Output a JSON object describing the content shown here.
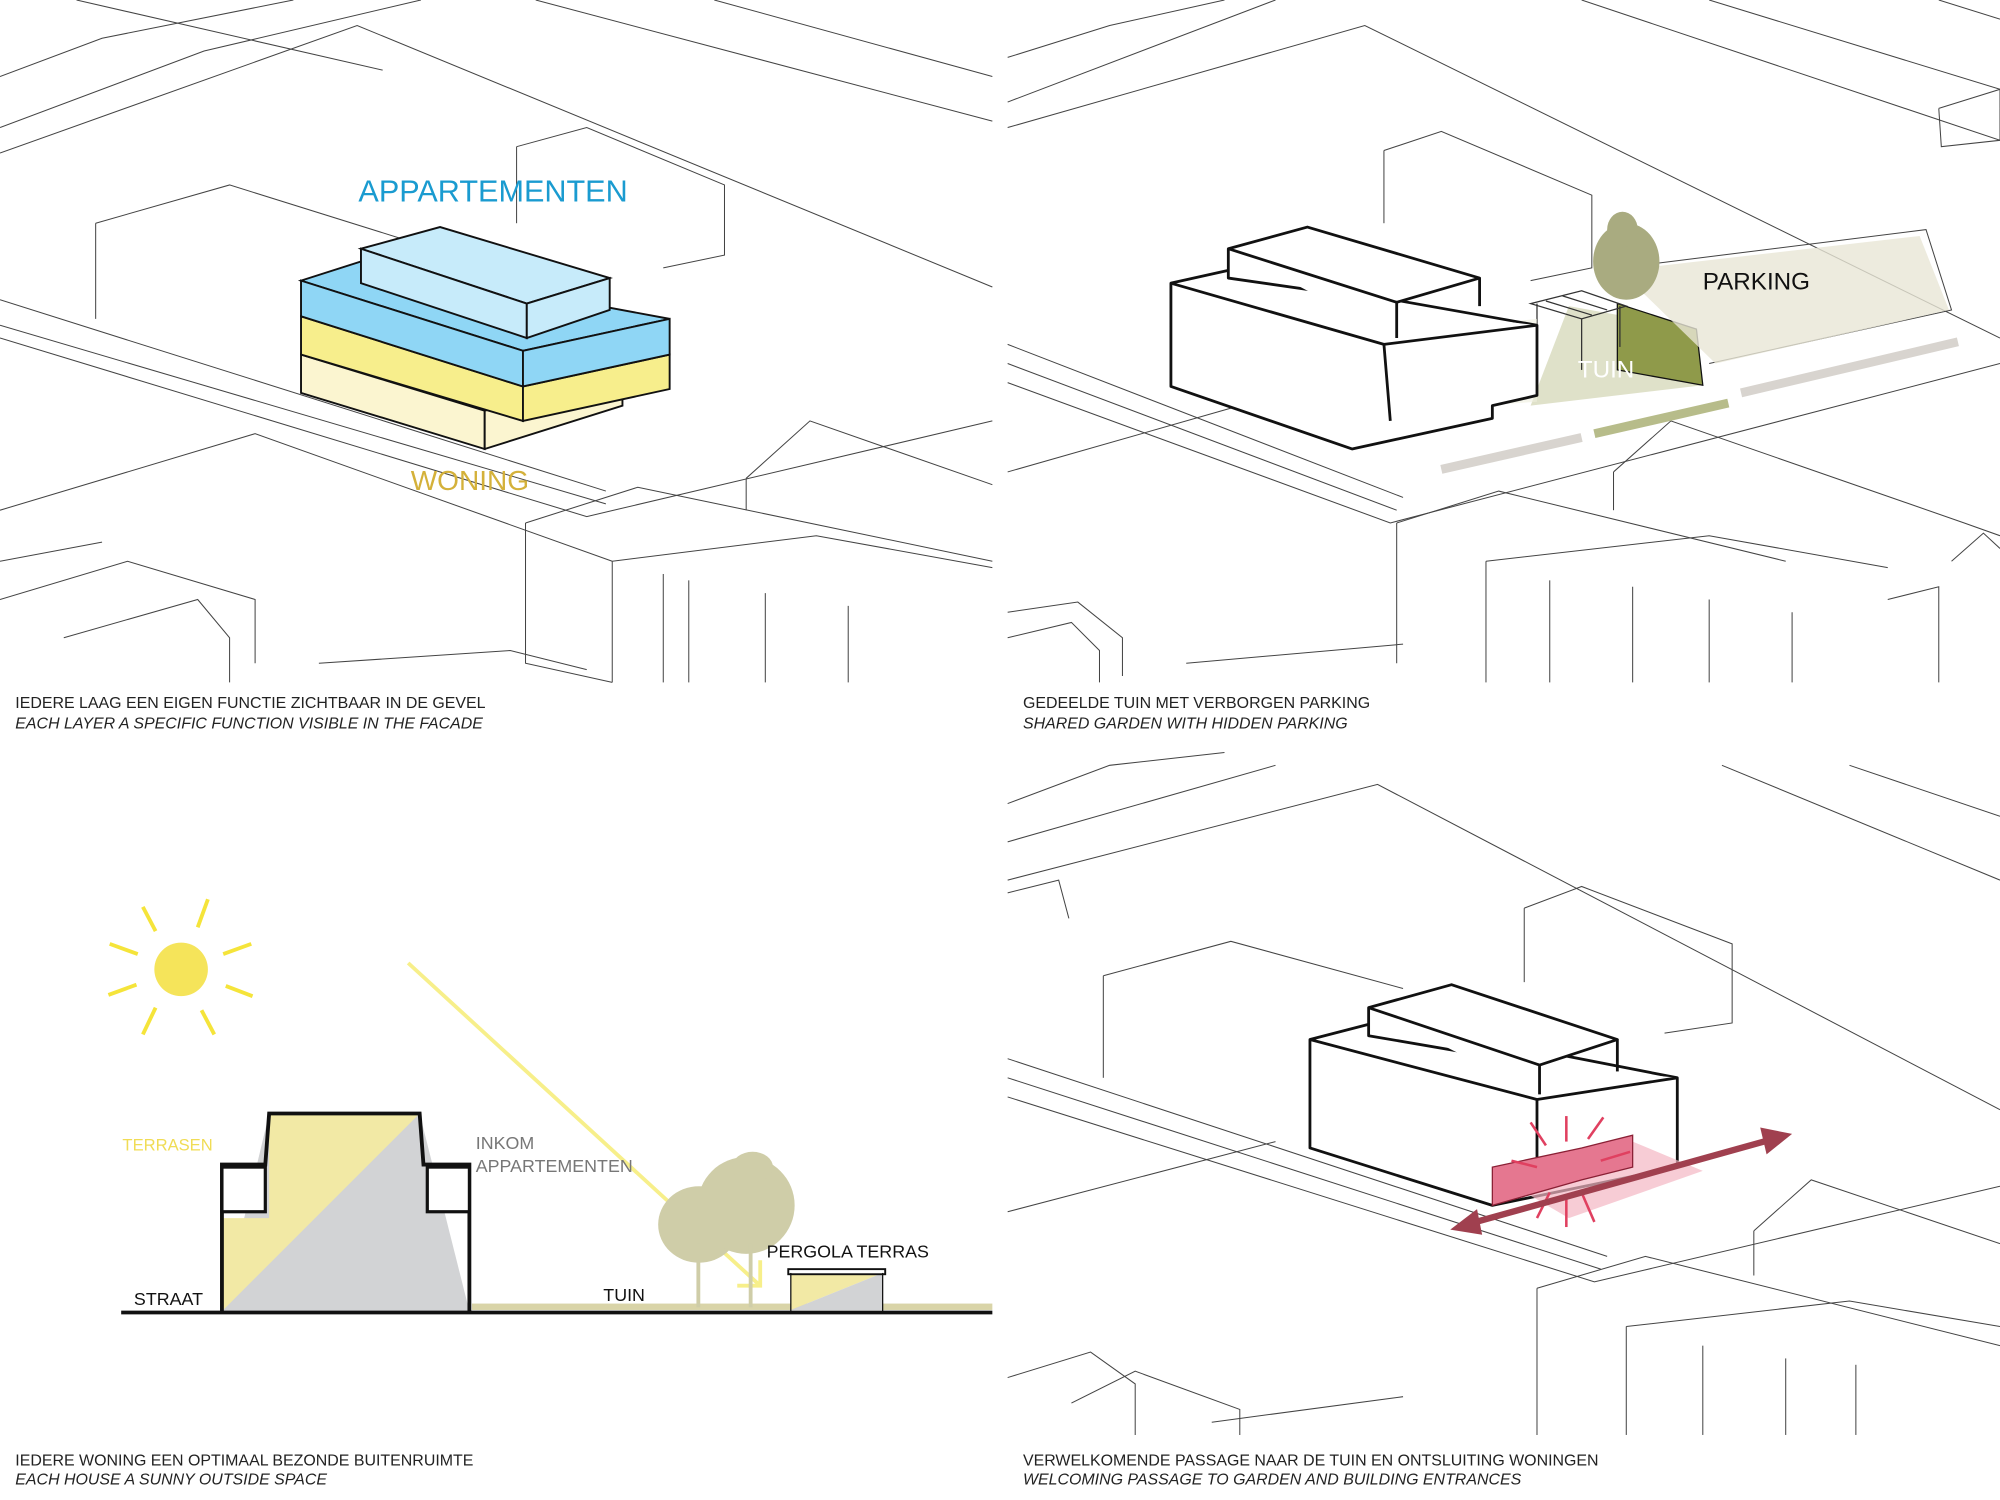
{
  "panels": [
    {
      "labels": {
        "upper": "APPARTEMENTEN",
        "lower": "WONING"
      },
      "caption_nl": "IEDERE LAAG EEN EIGEN FUNCTIE ZICHTBAAR IN DE GEVEL",
      "caption_en": "EACH LAYER A SPECIFIC FUNCTION VISIBLE IN THE FACADE"
    },
    {
      "labels": {
        "parking": "PARKING",
        "garden": "TUIN"
      },
      "caption_nl": "GEDEELDE TUIN MET VERBORGEN PARKING",
      "caption_en": "SHARED GARDEN WITH HIDDEN PARKING"
    },
    {
      "labels": {
        "terraces": "TERRASEN",
        "entrance_1": "INKOM",
        "entrance_2": "APPARTEMENTEN",
        "street": "STRAAT",
        "garden": "TUIN",
        "pergola": "PERGOLA TERRAS"
      },
      "caption_nl": "IEDERE WONING EEN OPTIMAAL BEZONDE BUITENRUIMTE",
      "caption_en": "EACH HOUSE A SUNNY OUTSIDE SPACE"
    },
    {
      "caption_nl": "VERWELKOMENDE PASSAGE NAAR DE TUIN EN ONTSLUITING WONINGEN",
      "caption_en": "WELCOMING PASSAGE TO GARDEN AND BUILDING ENTRANCES"
    }
  ],
  "colors": {
    "blue": "#1a9bd0",
    "yellow": "#f5e98a",
    "gold": "#d4b13a",
    "green": "#8f9a4a",
    "red": "#a0404f"
  }
}
